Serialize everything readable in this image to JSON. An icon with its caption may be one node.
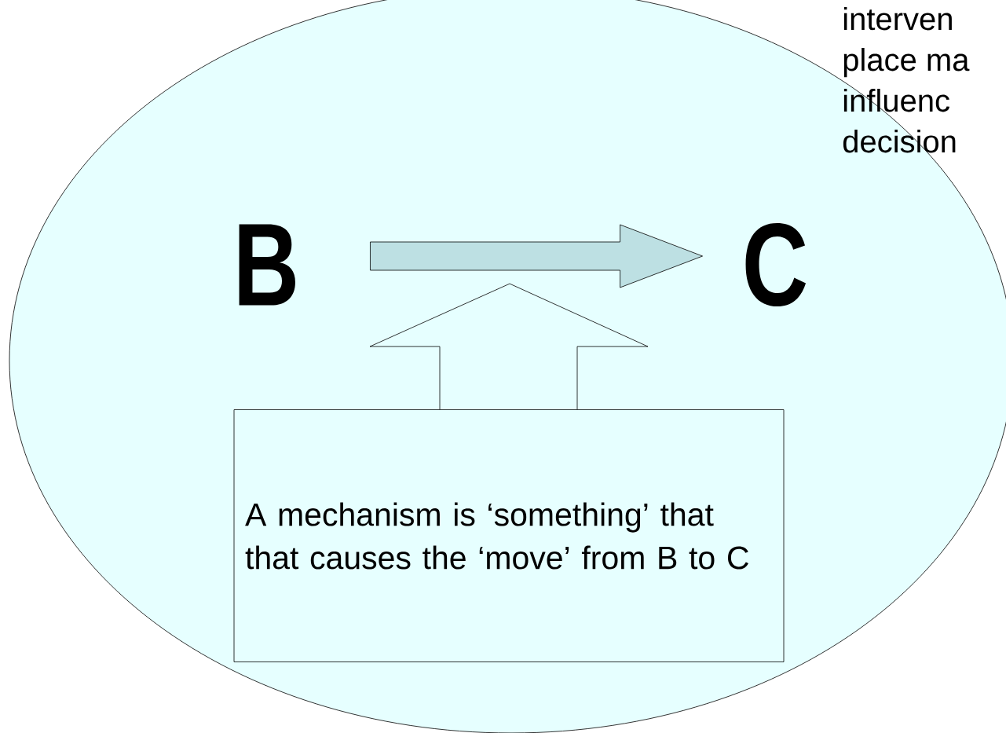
{
  "diagram": {
    "nodes": [
      {
        "text": [],
        "shape": "ellipse"
      },
      {
        "text": [
          "B"
        ],
        "in": 0
      },
      {
        "text": [
          "C"
        ],
        "in": 0
      },
      {
        "text": [
          "A mechanism is ‘something’ that that causes the ‘move’ from B to C"
        ],
        "in": 0
      }
    ],
    "edges": [
      {
        "from": 1,
        "to": 2,
        "arrow": "to"
      },
      {
        "from": 3,
        "to": null,
        "arrow": "to"
      }
    ],
    "labels": [
      "interven",
      "place ma",
      "influenc",
      "decision"
    ]
  }
}
